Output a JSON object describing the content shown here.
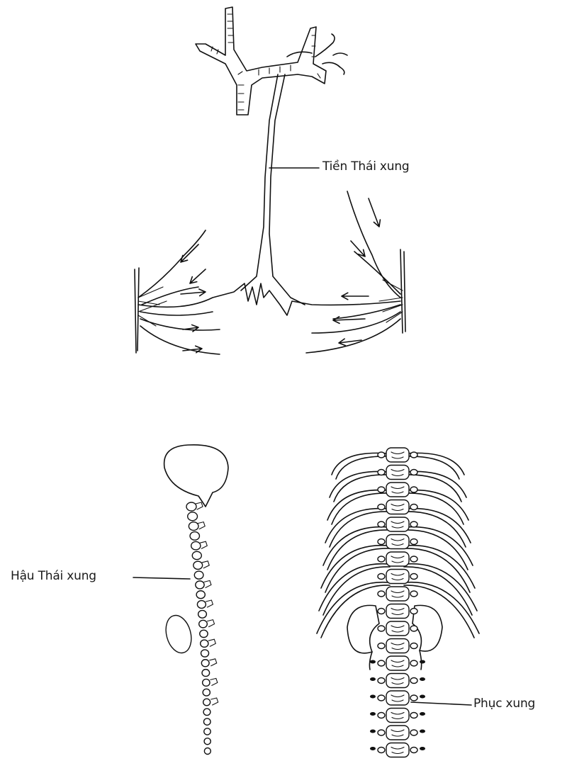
{
  "labels": {
    "tien_thai_xung": "Tiền Thái xung",
    "hau_thai_xung": "Hậu Thái xung",
    "phuc_xung": "Phục xung"
  },
  "colors": {
    "ink": "#111111",
    "background": "#ffffff"
  }
}
